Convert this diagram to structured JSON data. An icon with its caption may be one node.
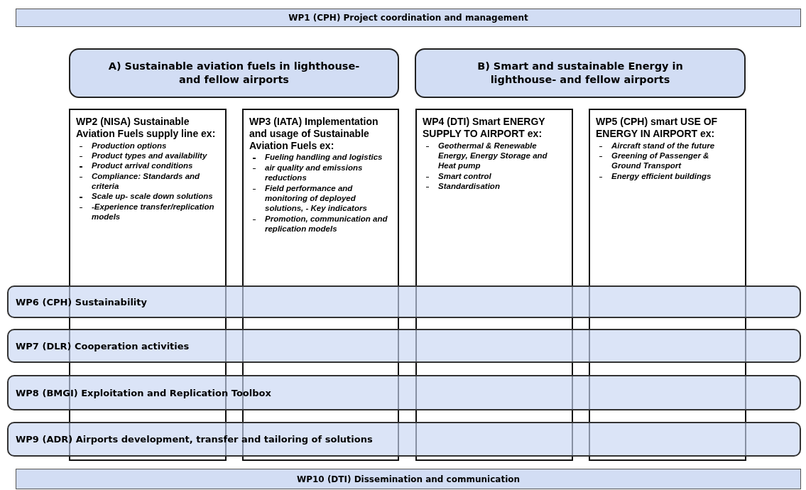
{
  "diagram": {
    "nodes": [
      {
        "text": [
          "WP1 (CPH) Project coordination and management"
        ]
      },
      {
        "text": [
          "A) Sustainable aviation fuels in lighthouse- and fellow airports"
        ]
      },
      {
        "text": [
          "B) Smart and sustainable Energy in lighthouse- and fellow airports"
        ]
      },
      {
        "text": [
          "WP2 (NISA) Sustainable Aviation Fuels supply line ex:",
          "Production options",
          "Product types and availability",
          "Product arrival conditions",
          "Compliance: Standards and criteria",
          "Scale up- scale down solutions",
          "-Experience transfer/replication models"
        ]
      },
      {
        "text": [
          "WP3 (IATA) Implementation and usage of Sustainable Aviation Fuels  ex:",
          "Fueling handling and logistics",
          "air quality and emissions reductions",
          "Field performance and monitoring of deployed solutions, - Key indicators",
          "Promotion, communication and replication models"
        ]
      },
      {
        "text": [
          "WP4 (DTI) Smart ENERGY SUPPLY TO AIRPORT ex:",
          "Geothermal & Renewable Energy, Energy Storage and Heat pump",
          "Smart control",
          "Standardisation"
        ]
      },
      {
        "text": [
          "WP5 (CPH) smart USE OF ENERGY IN AIRPORT ex:",
          "Aircraft stand of the future",
          "Greening of Passenger & Ground Transport",
          "Energy efficient buildings"
        ]
      },
      {
        "text": [
          "WP6 (CPH) Sustainability"
        ]
      },
      {
        "text": [
          "WP7 (DLR) Cooperation activities"
        ]
      },
      {
        "text": [
          "WP8 (BMGI) Exploitation and Replication Toolbox"
        ]
      },
      {
        "text": [
          "WP9 (ADR) Airports development, transfer and tailoring of solutions"
        ]
      },
      {
        "text": [
          "WP10 (DTI) Dissemination and communication"
        ]
      }
    ],
    "edges": []
  }
}
